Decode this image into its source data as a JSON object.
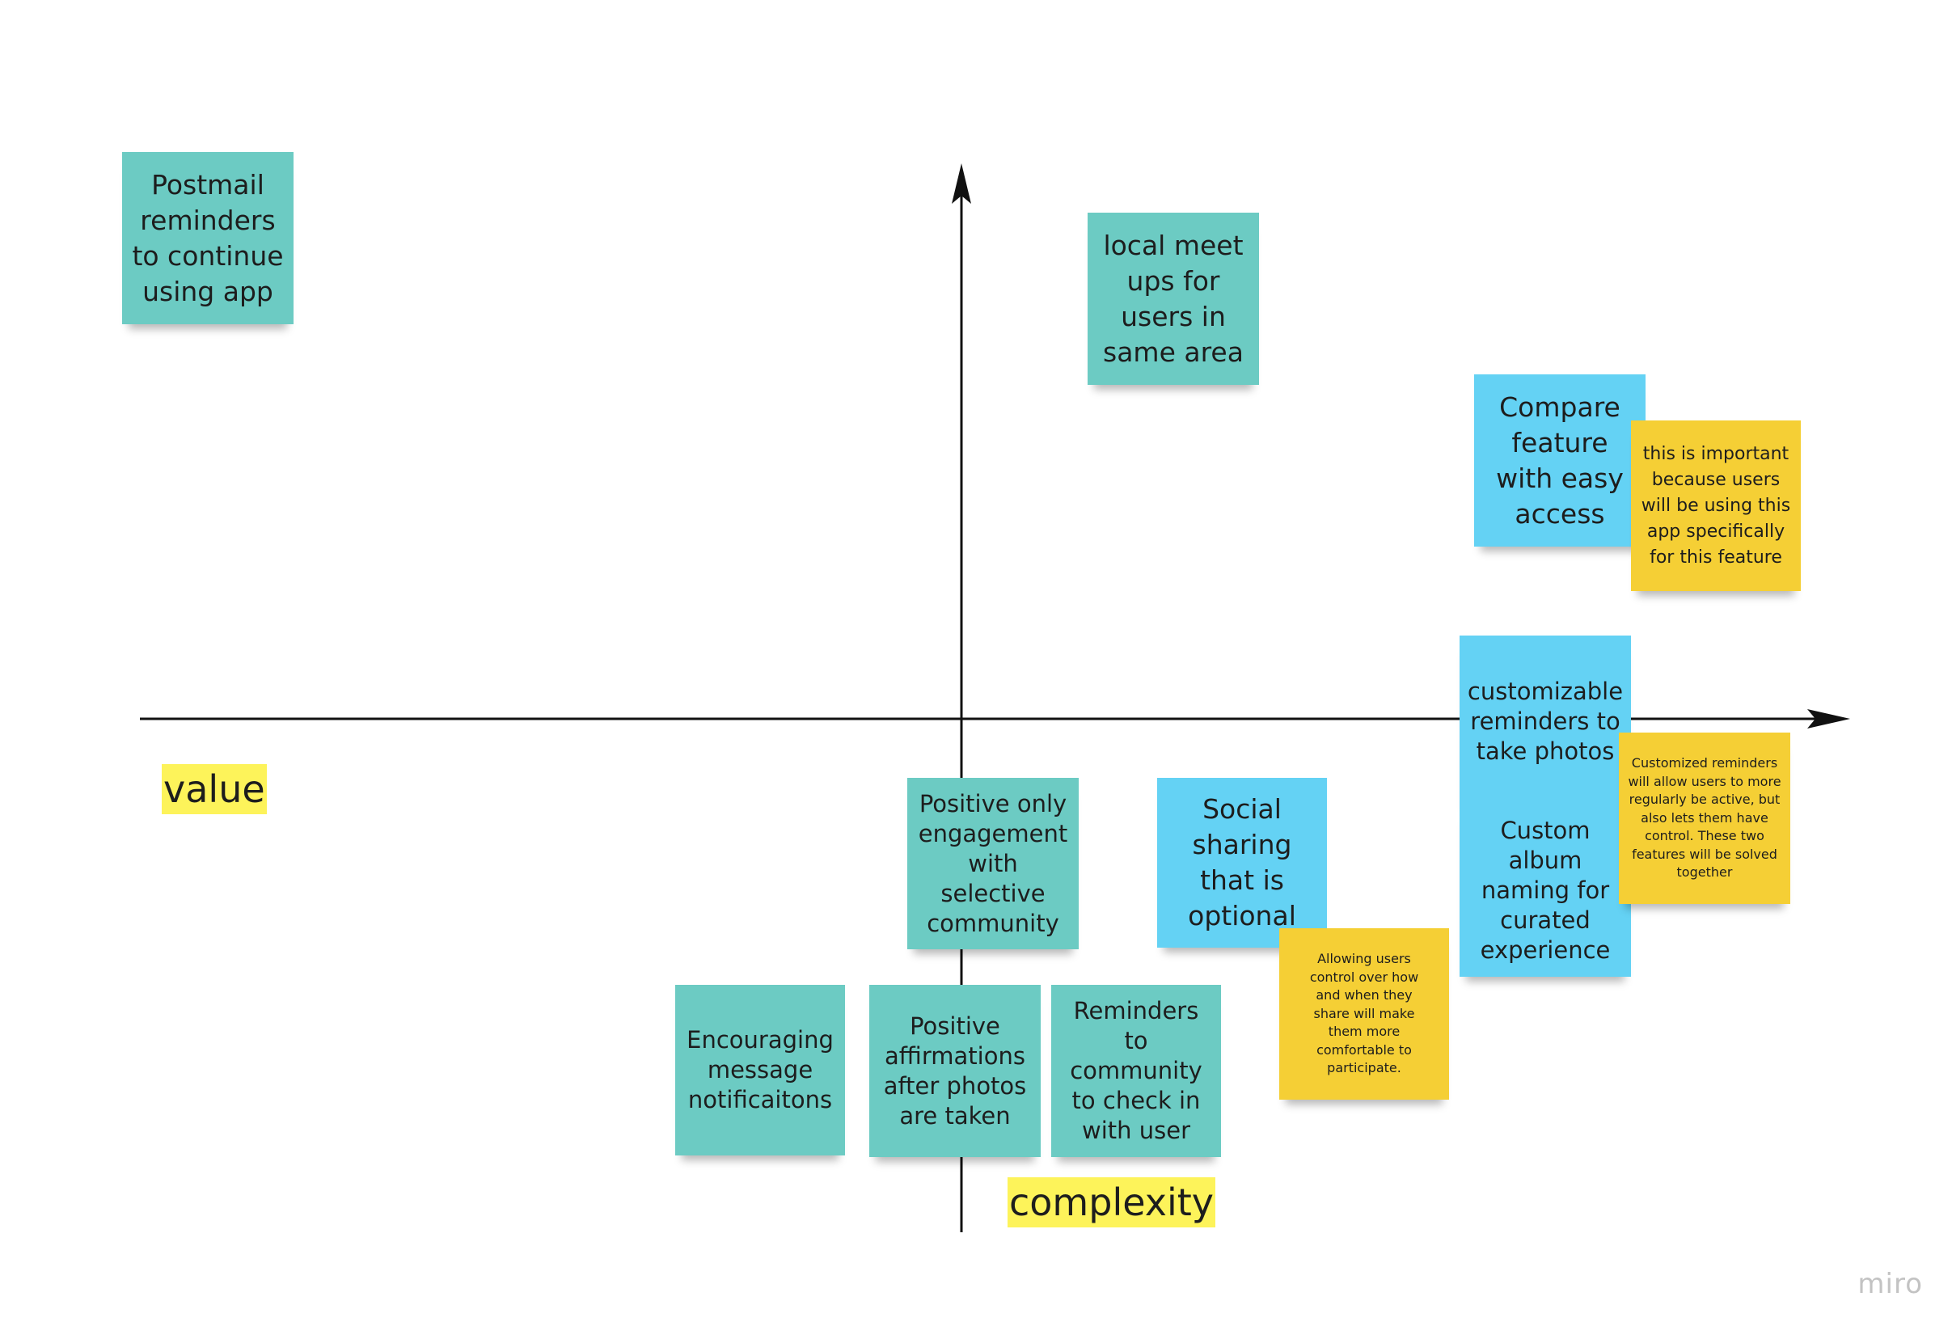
{
  "axes": {
    "x_label": "complexity",
    "y_label": "value"
  },
  "notes": {
    "postmail": "Postmail\nreminders\nto continue\nusing app",
    "meetups": "local meet\nups for\nusers in\nsame area",
    "compare": "Compare\nfeature\nwith easy\naccess",
    "compare_comment": "this is important\nbecause users\nwill be using this\napp specifically\nfor this feature",
    "custom_reminders": "customizable\nreminders to\ntake photos",
    "custom_reminders_comment": "Customized reminders\nwill allow users to more\nregularly be active, but\nalso lets them have\ncontrol. These two\nfeatures will be solved\ntogether",
    "custom_album": "Custom album\nnaming for\ncurated\nexperience",
    "positive_only": "Positive only\nengagement\nwith selective\ncommunity",
    "social_sharing": "Social\nsharing\nthat is\noptional",
    "social_sharing_comment": "Allowing users\ncontrol over how\nand when they\nshare will make\nthem more\ncomfortable to\nparticipate.",
    "encouraging": "Encouraging\nmessage\nnotificaitons",
    "affirmations": "Positive\naffirmations\nafter photos\nare taken",
    "community_checkin": "Reminders to\ncommunity\nto check in\nwith user"
  },
  "colors": {
    "teal": "#6ccbc3",
    "blue": "#64d2f4",
    "yellow": "#f5cf35",
    "highlight": "#fdf35a"
  },
  "watermark": "miro"
}
